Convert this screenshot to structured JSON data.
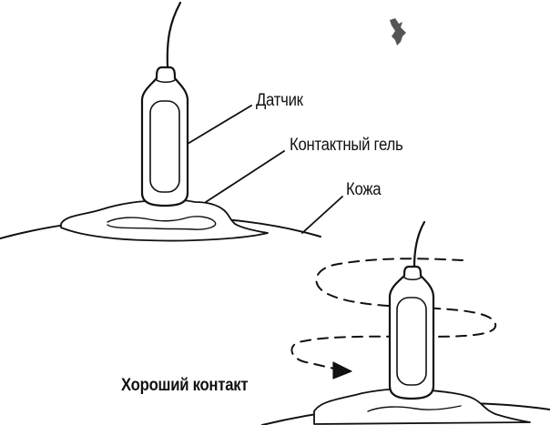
{
  "labels": {
    "sensor": "Датчик",
    "gel": "Контактный гель",
    "skin": "Кожа"
  },
  "caption": "Хороший контакт",
  "colors": {
    "ink": "#111111",
    "background": "#ffffff"
  }
}
